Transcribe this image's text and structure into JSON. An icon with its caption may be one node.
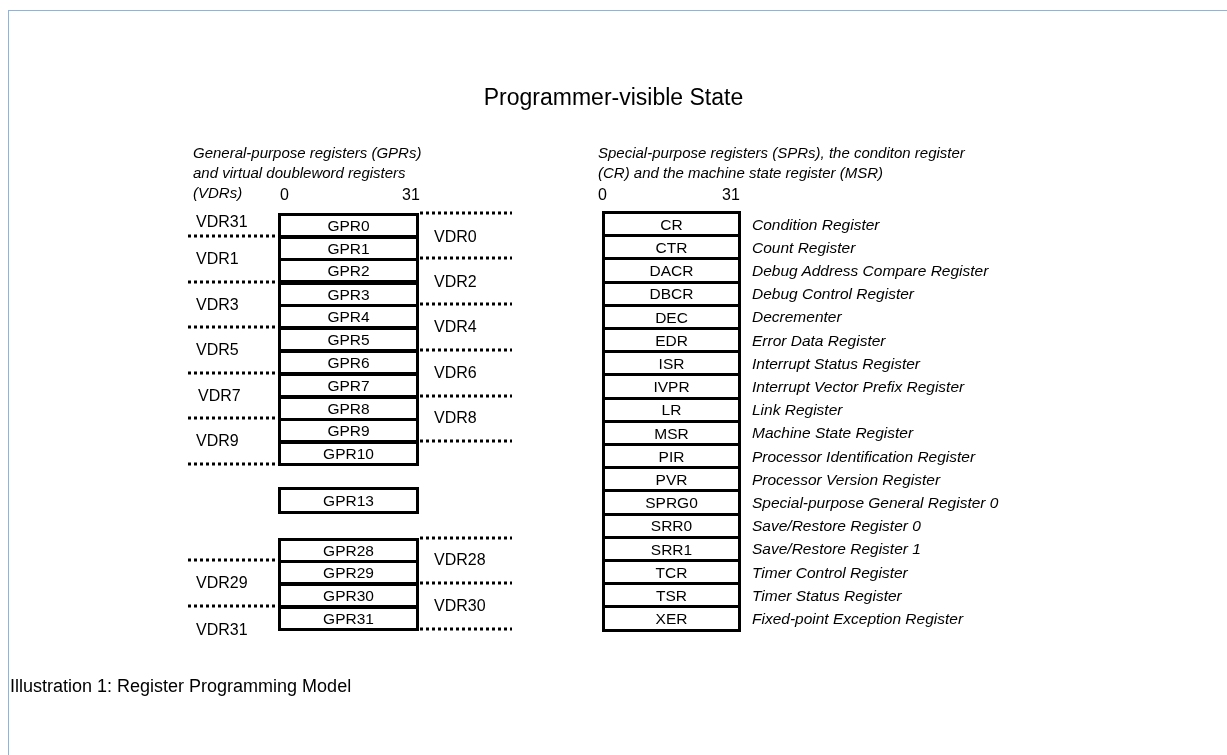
{
  "diagram": {
    "title": "Programmer-visible State",
    "caption": "Illustration 1: Register Programming Model",
    "nodes": [
      {
        "text": [
          "GPR0"
        ]
      },
      {
        "text": [
          "GPR1"
        ]
      },
      {
        "text": [
          "GPR2"
        ]
      },
      {
        "text": [
          "GPR3"
        ]
      },
      {
        "text": [
          "GPR4"
        ]
      },
      {
        "text": [
          "GPR5"
        ]
      },
      {
        "text": [
          "GPR6"
        ]
      },
      {
        "text": [
          "GPR7"
        ]
      },
      {
        "text": [
          "GPR8"
        ]
      },
      {
        "text": [
          "GPR9"
        ]
      },
      {
        "text": [
          "GPR10"
        ]
      },
      {
        "text": [
          "GPR13"
        ]
      },
      {
        "text": [
          "GPR28"
        ]
      },
      {
        "text": [
          "GPR29"
        ]
      },
      {
        "text": [
          "GPR30"
        ]
      },
      {
        "text": [
          "GPR31"
        ]
      },
      {
        "text": [
          "CR"
        ],
        "beside": [
          "Condition Register"
        ]
      },
      {
        "text": [
          "CTR"
        ],
        "beside": [
          "Count Register"
        ]
      },
      {
        "text": [
          "DACR"
        ],
        "beside": [
          "Debug Address Compare Register"
        ]
      },
      {
        "text": [
          "DBCR"
        ],
        "beside": [
          "Debug Control Register"
        ]
      },
      {
        "text": [
          "DEC"
        ],
        "beside": [
          "Decrementer"
        ]
      },
      {
        "text": [
          "EDR"
        ],
        "beside": [
          "Error Data Register"
        ]
      },
      {
        "text": [
          "ISR"
        ],
        "beside": [
          "Interrupt Status Register"
        ]
      },
      {
        "text": [
          "IVPR"
        ],
        "beside": [
          "Interrupt Vector Prefix Register"
        ]
      },
      {
        "text": [
          "LR"
        ],
        "beside": [
          "Link Register"
        ]
      },
      {
        "text": [
          "MSR"
        ],
        "beside": [
          "Machine State Register"
        ]
      },
      {
        "text": [
          "PIR"
        ],
        "beside": [
          "Processor Identification Register"
        ]
      },
      {
        "text": [
          "PVR"
        ],
        "beside": [
          "Processor Version Register"
        ]
      },
      {
        "text": [
          "SPRG0"
        ],
        "beside": [
          "Special-purpose General Register 0"
        ]
      },
      {
        "text": [
          "SRR0"
        ],
        "beside": [
          "Save/Restore Register 0"
        ]
      },
      {
        "text": [
          "SRR1"
        ],
        "beside": [
          "Save/Restore Register 1"
        ]
      },
      {
        "text": [
          "TCR"
        ],
        "beside": [
          "Timer Control Register"
        ]
      },
      {
        "text": [
          "TSR"
        ],
        "beside": [
          "Timer Status Register"
        ]
      },
      {
        "text": [
          "XER"
        ],
        "beside": [
          "Fixed-point Exception Register"
        ]
      }
    ],
    "labels": [
      "General-purpose registers (GPRs) and virtual doubleword registers (VDRs)",
      "Special-purpose registers (SPRs), the conditon register (CR) and the machine state register (MSR)",
      "0",
      "31",
      "0",
      "31",
      "VDR31",
      "VDR0",
      "VDR1",
      "VDR2",
      "VDR3",
      "VDR4",
      "VDR5",
      "VDR6",
      "VDR7",
      "VDR8",
      "VDR9",
      "VDR28",
      "VDR29",
      "VDR30",
      "VDR31"
    ]
  }
}
